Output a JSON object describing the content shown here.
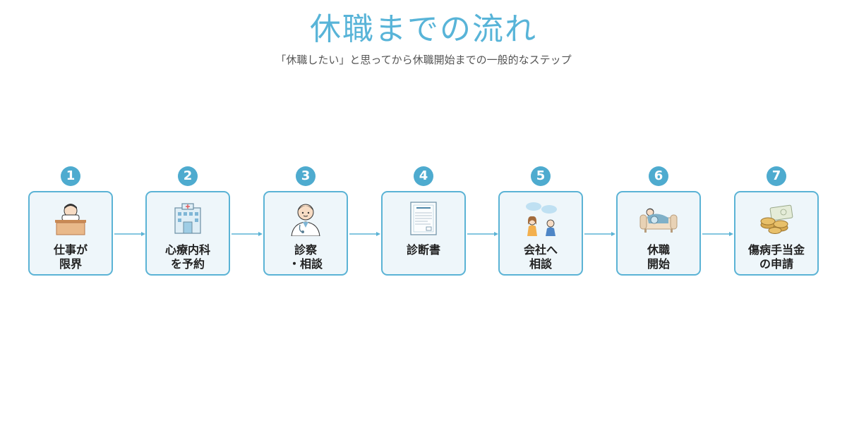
{
  "title": "休職までの流れ",
  "subtitle": "「休職したい」と思ってから休職開始までの一般的なステップ",
  "steps": [
    {
      "number": "1",
      "label": "仕事が\n限界",
      "icon": "overworked-person-icon"
    },
    {
      "number": "2",
      "label": "心療内科\nを予約",
      "icon": "hospital-icon"
    },
    {
      "number": "3",
      "label": "診察\n・相談",
      "icon": "doctor-icon"
    },
    {
      "number": "4",
      "label": "診断書",
      "icon": "medical-certificate-icon"
    },
    {
      "number": "5",
      "label": "会社へ\n相談",
      "icon": "consultation-icon"
    },
    {
      "number": "6",
      "label": "休職\n開始",
      "icon": "resting-on-sofa-icon"
    },
    {
      "number": "7",
      "label": "傷病手当金\nの申請",
      "icon": "money-icon"
    }
  ],
  "colors": {
    "accent": "#58b4d8",
    "card_border": "#5bb3d5",
    "card_bg": "#eef6fa",
    "number_bg": "#4eabcf",
    "arrow": "#5bb3d5"
  }
}
